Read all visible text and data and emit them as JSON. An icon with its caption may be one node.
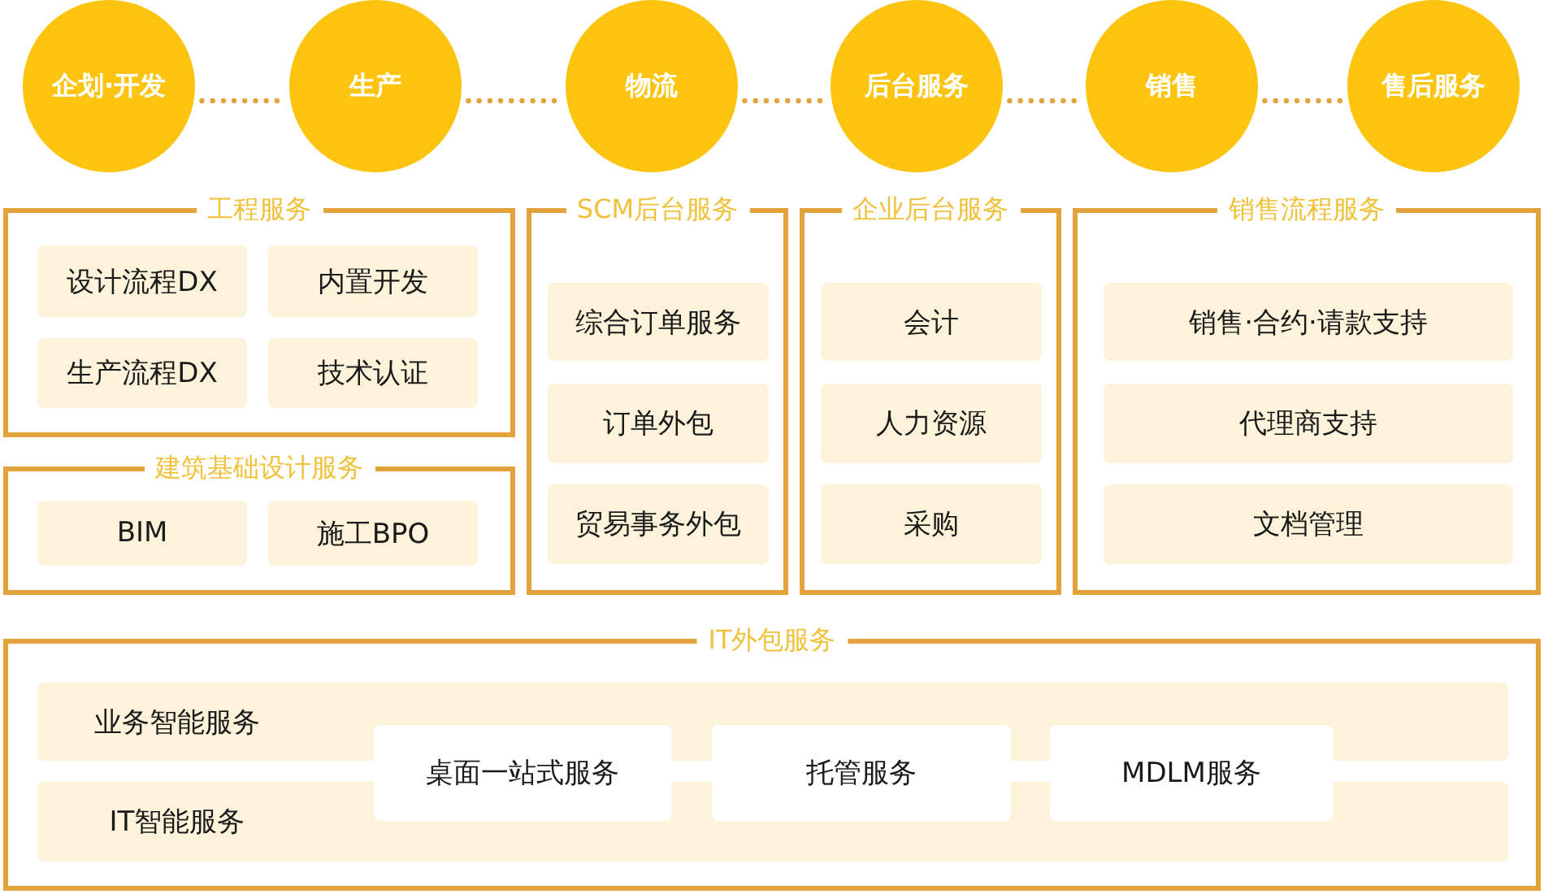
{
  "diagram": {
    "nodes": [
      {
        "text": [
          "企划·开发"
        ]
      },
      {
        "text": [
          "生产"
        ]
      },
      {
        "text": [
          "物流"
        ]
      },
      {
        "text": [
          "后台服务"
        ]
      },
      {
        "text": [
          "销售"
        ]
      },
      {
        "text": [
          "售后服务"
        ]
      },
      {
        "text": [
          "工程服务"
        ]
      },
      {
        "text": [
          "设计流程DX"
        ],
        "in": 6
      },
      {
        "text": [
          "内置开发"
        ],
        "in": 6
      },
      {
        "text": [
          "生产流程DX"
        ],
        "in": 6
      },
      {
        "text": [
          "技术认证"
        ],
        "in": 6
      },
      {
        "text": [
          "建筑基础设计服务"
        ]
      },
      {
        "text": [
          "BIM"
        ],
        "in": 11
      },
      {
        "text": [
          "施工BPO"
        ],
        "in": 11
      },
      {
        "text": [
          "SCM后台服务"
        ]
      },
      {
        "text": [
          "综合订单服务"
        ],
        "in": 14
      },
      {
        "text": [
          "订单外包"
        ],
        "in": 14
      },
      {
        "text": [
          "贸易事务外包"
        ],
        "in": 14
      },
      {
        "text": [
          "企业后台服务"
        ]
      },
      {
        "text": [
          "会计"
        ],
        "in": 18
      },
      {
        "text": [
          "人力资源"
        ],
        "in": 18
      },
      {
        "text": [
          "采购"
        ],
        "in": 18
      },
      {
        "text": [
          "销售流程服务"
        ]
      },
      {
        "text": [
          "销售·合约·请款支持"
        ],
        "in": 22
      },
      {
        "text": [
          "代理商支持"
        ],
        "in": 22
      },
      {
        "text": [
          "文档管理"
        ],
        "in": 22
      },
      {
        "text": [
          "IT外包服务"
        ]
      },
      {
        "text": [
          "业务智能服务"
        ],
        "in": 26
      },
      {
        "text": [
          "IT智能服务"
        ],
        "in": 26
      },
      {
        "text": [
          "桌面一站式服务"
        ],
        "in": 26
      },
      {
        "text": [
          "托管服务"
        ],
        "in": 26
      },
      {
        "text": [
          "MDLM服务"
        ],
        "in": 26
      }
    ],
    "edges": [
      {
        "from": 0,
        "to": 1,
        "arrow": "none",
        "style": "dashed"
      },
      {
        "from": 1,
        "to": 2,
        "arrow": "none",
        "style": "dashed"
      },
      {
        "from": 2,
        "to": 3,
        "arrow": "none",
        "style": "dashed"
      },
      {
        "from": 3,
        "to": 4,
        "arrow": "none",
        "style": "dashed"
      },
      {
        "from": 4,
        "to": 5,
        "arrow": "none",
        "style": "dashed"
      }
    ]
  }
}
